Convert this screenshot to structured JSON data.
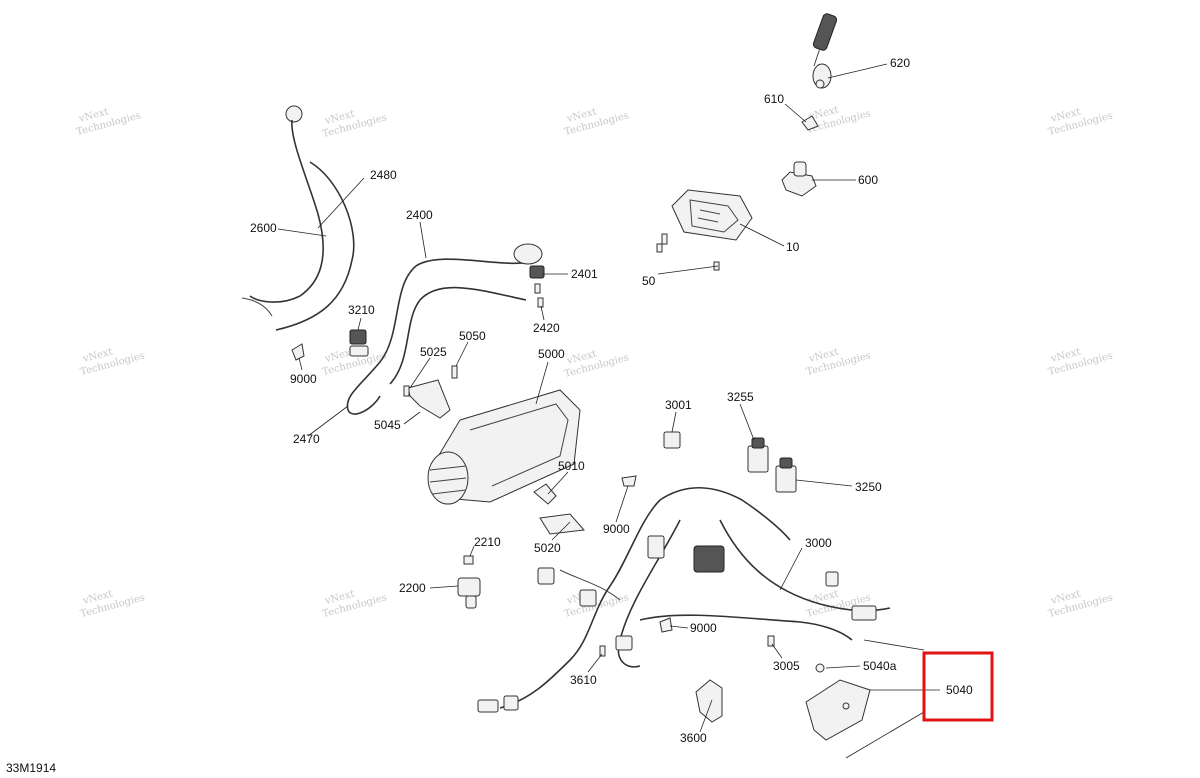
{
  "diagram_code": "33M1914",
  "watermark": {
    "line1": "vNext",
    "line2": "Technologies"
  },
  "highlight": {
    "color": "#e01414",
    "target": "5040"
  },
  "callouts": {
    "c620": "620",
    "c610": "610",
    "c600": "600",
    "c10": "10",
    "c50": "50",
    "c2480": "2480",
    "c2600": "2600",
    "c2400": "2400",
    "c2401": "2401",
    "c2420": "2420",
    "c3210": "3210",
    "c9000a": "9000",
    "c5025": "5025",
    "c5050": "5050",
    "c5000": "5000",
    "c2470": "2470",
    "c5045": "5045",
    "c3001": "3001",
    "c3255": "3255",
    "c3250": "3250",
    "c5010": "5010",
    "c9000b": "9000",
    "c5020": "5020",
    "c3000": "3000",
    "c2210": "2210",
    "c2200": "2200",
    "c9000c": "9000",
    "c3005": "3005",
    "c5040a": "5040a",
    "c3610": "3610",
    "c5040": "5040",
    "c3600": "3600"
  }
}
